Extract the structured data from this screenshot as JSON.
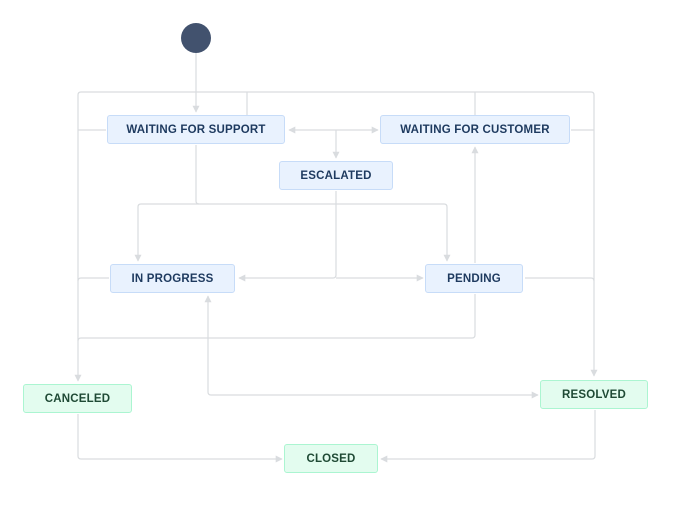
{
  "workflow": {
    "statuses": {
      "waiting_for_support": {
        "label": "WAITING FOR SUPPORT",
        "category": "in-progress"
      },
      "waiting_for_customer": {
        "label": "WAITING FOR CUSTOMER",
        "category": "in-progress"
      },
      "escalated": {
        "label": "ESCALATED",
        "category": "in-progress"
      },
      "in_progress": {
        "label": "IN PROGRESS",
        "category": "in-progress"
      },
      "pending": {
        "label": "PENDING",
        "category": "in-progress"
      },
      "canceled": {
        "label": "CANCELED",
        "category": "done"
      },
      "resolved": {
        "label": "RESOLVED",
        "category": "done"
      },
      "closed": {
        "label": "CLOSED",
        "category": "done"
      }
    }
  },
  "colors": {
    "start_node": "#42526e",
    "connector": "#d9dcdf",
    "in_progress_fill": "#e9f2fe",
    "in_progress_text": "#1e3a5f",
    "done_fill": "#e3fcef",
    "done_text": "#1f4a35"
  }
}
